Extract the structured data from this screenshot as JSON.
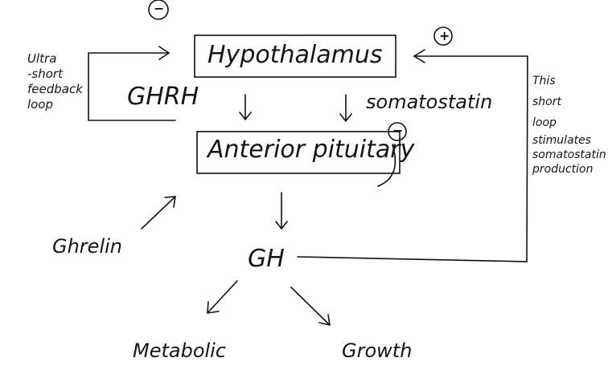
{
  "nodes": {
    "hypothalamus": "Hypothalamus",
    "anterior_pituitary": "Anterior pituitary",
    "ghrh": "GHRH",
    "somatostatin": "somatostatin",
    "ghrelin": "Ghrelin",
    "gh": "GH",
    "metabolic": "Metabolic",
    "growth": "Growth"
  },
  "annotations": {
    "ultra_short": [
      "Ultra",
      "-short",
      "feedback",
      "loop"
    ],
    "short_loop": [
      "This",
      "short",
      "loop",
      "stimulates",
      "somatostatin",
      "production"
    ]
  },
  "signs": {
    "hypothalamus_inhibit": "−",
    "pituitary_inhibit": "−",
    "hypothalamus_stimulate": "+"
  }
}
